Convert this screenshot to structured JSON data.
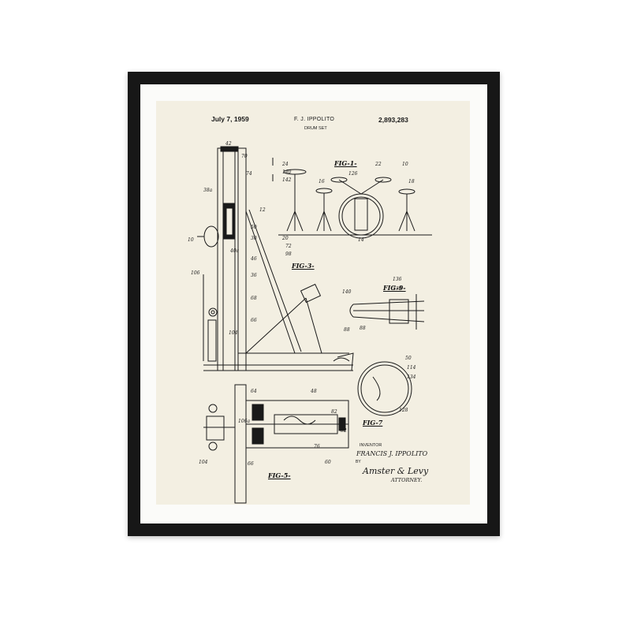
{
  "patent": {
    "date": "July 7, 1959",
    "inventor": "F. J. IPPOLITO",
    "title": "DRUM SET",
    "number": "2,893,283"
  },
  "figures": {
    "fig1": "FIG-1-",
    "fig3": "FIG-3-",
    "fig5": "FIG-5-",
    "fig7": "FIG-7",
    "fig9": "FIG-9-"
  },
  "signature": {
    "inventor_label": "INVENTOR",
    "inventor_name": "FRANCIS J. IPPOLITO",
    "by": "BY",
    "attorney_name": "Amster & Levy",
    "attorney_label": "ATTORNEY."
  },
  "colors": {
    "frame": "#171717",
    "mat": "#fbfbf9",
    "paper": "#f3efe2",
    "ink": "#1a1a1a"
  }
}
